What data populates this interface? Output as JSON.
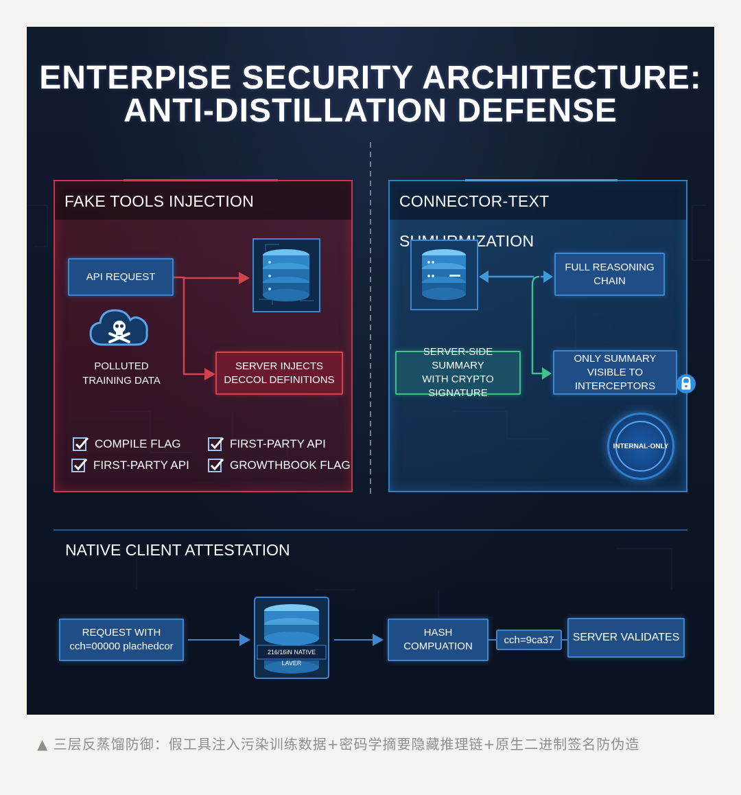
{
  "title": {
    "line1": "ENTERPISE SECURITY ARCHITECTURE:",
    "line2": "ANTI-DISTILLATION DEFENSE"
  },
  "left_panel": {
    "title": "FAKE TOOLS INJECTION",
    "api_request": "API REQUEST",
    "polluted_line1": "POLLUTED",
    "polluted_line2": "TRAINING DATA",
    "server_injects_line1": "SERVER INJECTS",
    "server_injects_line2": "DECCOL DEFINITIONS",
    "checks": [
      "COMPILE FLAG",
      "FIRST-PARTY API",
      "FIRST-PARTY API",
      "GROWTHBOOK FLAG"
    ]
  },
  "right_panel": {
    "title": "CONNECTOR-TEXT SUMURMIZATION",
    "full_reasoning_line1": "FULL REASONING",
    "full_reasoning_line2": "CHAIN",
    "server_summary_line1": "SERVER-SIDE SUMMARY",
    "server_summary_line2": "WITH CRYPTO SIGNATURE",
    "only_summary_line1": "ONLY SUMMARY",
    "only_summary_line2": "VISIBLE TO INTERCEPTORS",
    "badge": "INTERNAL-ONLY"
  },
  "bottom": {
    "title": "NATIVE CLIENT ATTESTATION",
    "request_line1": "REQUEST WITH",
    "request_line2": "cch=00000 plachedcor",
    "native_layer": "216/16iN NATIVE LAVER",
    "hash_line1": "HASH",
    "hash_line2": "COMPUATION",
    "token": "cch=9ca37",
    "validates": "SERVER VALIDATES"
  },
  "caption": "▲ 三层反蒸馏防御：假工具注入污染训练数据+密码学摘要隐藏推理链+原生二进制签名防伪造",
  "colors": {
    "red_accent": "#d2424f",
    "blue_accent": "#3f86cf",
    "green_accent": "#3fbf8a",
    "background": "#0c1526"
  },
  "icons": [
    "skull-cloud-icon",
    "database-server-icon",
    "lock-icon",
    "checkbox-icon"
  ]
}
